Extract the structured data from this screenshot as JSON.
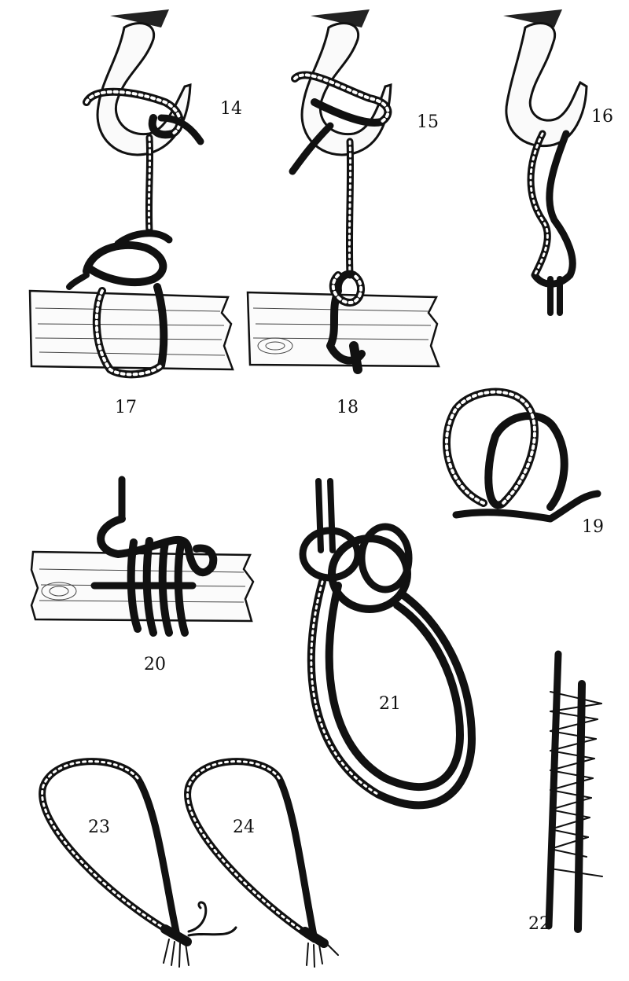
{
  "figures": [
    {
      "id": "fig-14",
      "number": "14",
      "subject": "hook-hitch"
    },
    {
      "id": "fig-15",
      "number": "15",
      "subject": "hook-hitch"
    },
    {
      "id": "fig-16",
      "number": "16",
      "subject": "hook-bight"
    },
    {
      "id": "fig-17",
      "number": "17",
      "subject": "spar-hitch"
    },
    {
      "id": "fig-18",
      "number": "18",
      "subject": "spar-hitch"
    },
    {
      "id": "fig-19",
      "number": "19",
      "subject": "loop-knot"
    },
    {
      "id": "fig-20",
      "number": "20",
      "subject": "spar-wrap"
    },
    {
      "id": "fig-21",
      "number": "21",
      "subject": "bowline-on-bight"
    },
    {
      "id": "fig-22",
      "number": "22",
      "subject": "seizing"
    },
    {
      "id": "fig-23",
      "number": "23",
      "subject": "eye-loop"
    },
    {
      "id": "fig-24",
      "number": "24",
      "subject": "eye-loop"
    }
  ],
  "ink_color": "#111111",
  "paper_color": "#ffffff"
}
